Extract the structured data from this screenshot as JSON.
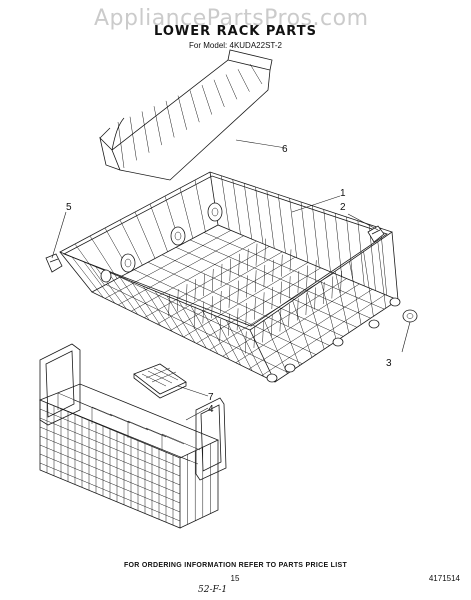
{
  "watermark": "AppliancePartsPros.com",
  "title": "LOWER RACK PARTS",
  "model": "For Model: 4KUDA22ST-2",
  "callouts": {
    "c1": "1",
    "c2": "2",
    "c3": "3",
    "c4": "4",
    "c5": "5",
    "c6": "6",
    "c7": "7"
  },
  "footer": {
    "note": "FOR ORDERING INFORMATION REFER TO PARTS PRICE LIST",
    "page": "15",
    "part_number": "4171514",
    "handwritten": "52-F-1"
  }
}
